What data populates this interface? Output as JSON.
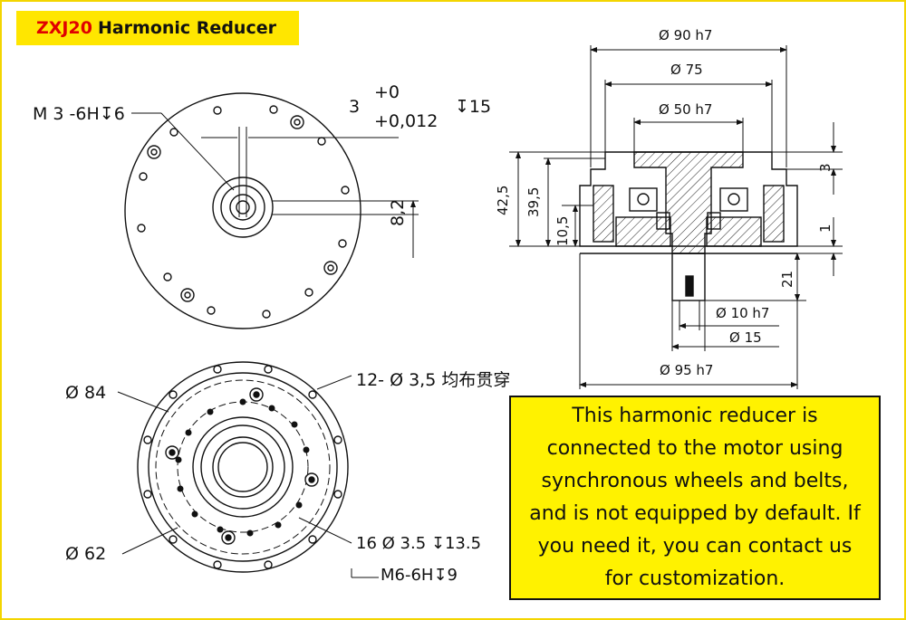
{
  "title": {
    "model": "ZXJ20",
    "name": "Harmonic Reducer"
  },
  "top_view": {
    "thread_label": "M 3  -6H↧6",
    "key_width": "3",
    "tol_upper": "+0",
    "tol_lower": "+0,012",
    "depth": "↧15",
    "key_height": "8,2"
  },
  "bottom_view": {
    "outer_pcd": "Ø  84",
    "inner_pcd": "Ø  62",
    "through_holes": "12-  Ø  3,5  均布贯穿",
    "counterbore": "16  Ø  3.5  ↧13.5",
    "thread_holes": "M6-6H↧9"
  },
  "section_view": {
    "d90": "Ø  90  h7",
    "d75": "Ø  75",
    "d50": "Ø  50  h7",
    "h42": "42,5",
    "h39": "39,5",
    "h10": "10,5",
    "h3": "3",
    "h1": "1",
    "h21": "21",
    "d10": "Ø  10  h7",
    "d15": "Ø  15",
    "d95": "Ø  95  h7"
  },
  "note": "This harmonic reducer is connected to the motor using synchronous wheels and belts, and is not equipped by default. If you need it, you can contact us for customization.",
  "colors": {
    "accent_yellow": "#ffe600",
    "brand_red": "#e00000",
    "note_bg": "#fff200"
  }
}
